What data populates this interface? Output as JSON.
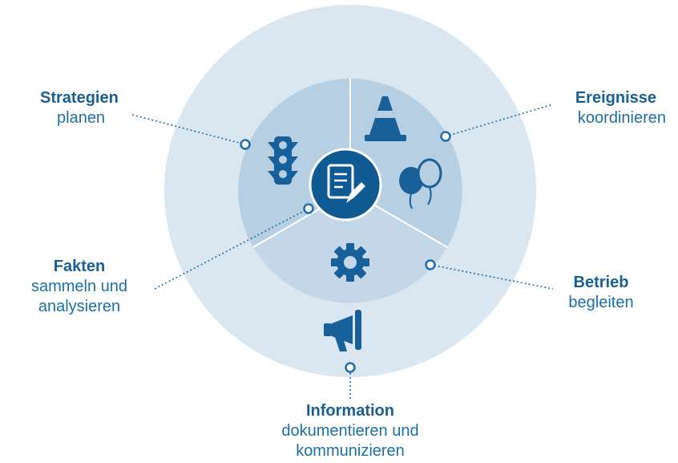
{
  "colors": {
    "outer_ring": "#dae6f0",
    "inner_ring": "#b7cfe3",
    "segment_bottom": "#c3d7e9",
    "center": "#0f5a93",
    "icon": "#17609a",
    "connector": "#1d6fa8"
  },
  "center": {
    "icon": "document-edit-icon"
  },
  "segments": [
    {
      "id": "strategien",
      "icon": "traffic-light-icon"
    },
    {
      "id": "ereignisse",
      "icons": [
        "traffic-cone-icon",
        "balloons-icon"
      ]
    },
    {
      "id": "betrieb",
      "icon": "gear-icon"
    },
    {
      "id": "information",
      "icon": "megaphone-icon"
    }
  ],
  "labels": {
    "strategien": {
      "title": "Strategien",
      "sub": "planen"
    },
    "ereignisse": {
      "title": "Ereignisse",
      "sub": "koordinieren"
    },
    "fakten": {
      "title": "Fakten",
      "sub1": "sammeln und",
      "sub2": "analysieren"
    },
    "betrieb": {
      "title": "Betrieb",
      "sub": "begleiten"
    },
    "information": {
      "title": "Information",
      "sub1": "dokumentieren und",
      "sub2": "kommunizieren"
    }
  }
}
